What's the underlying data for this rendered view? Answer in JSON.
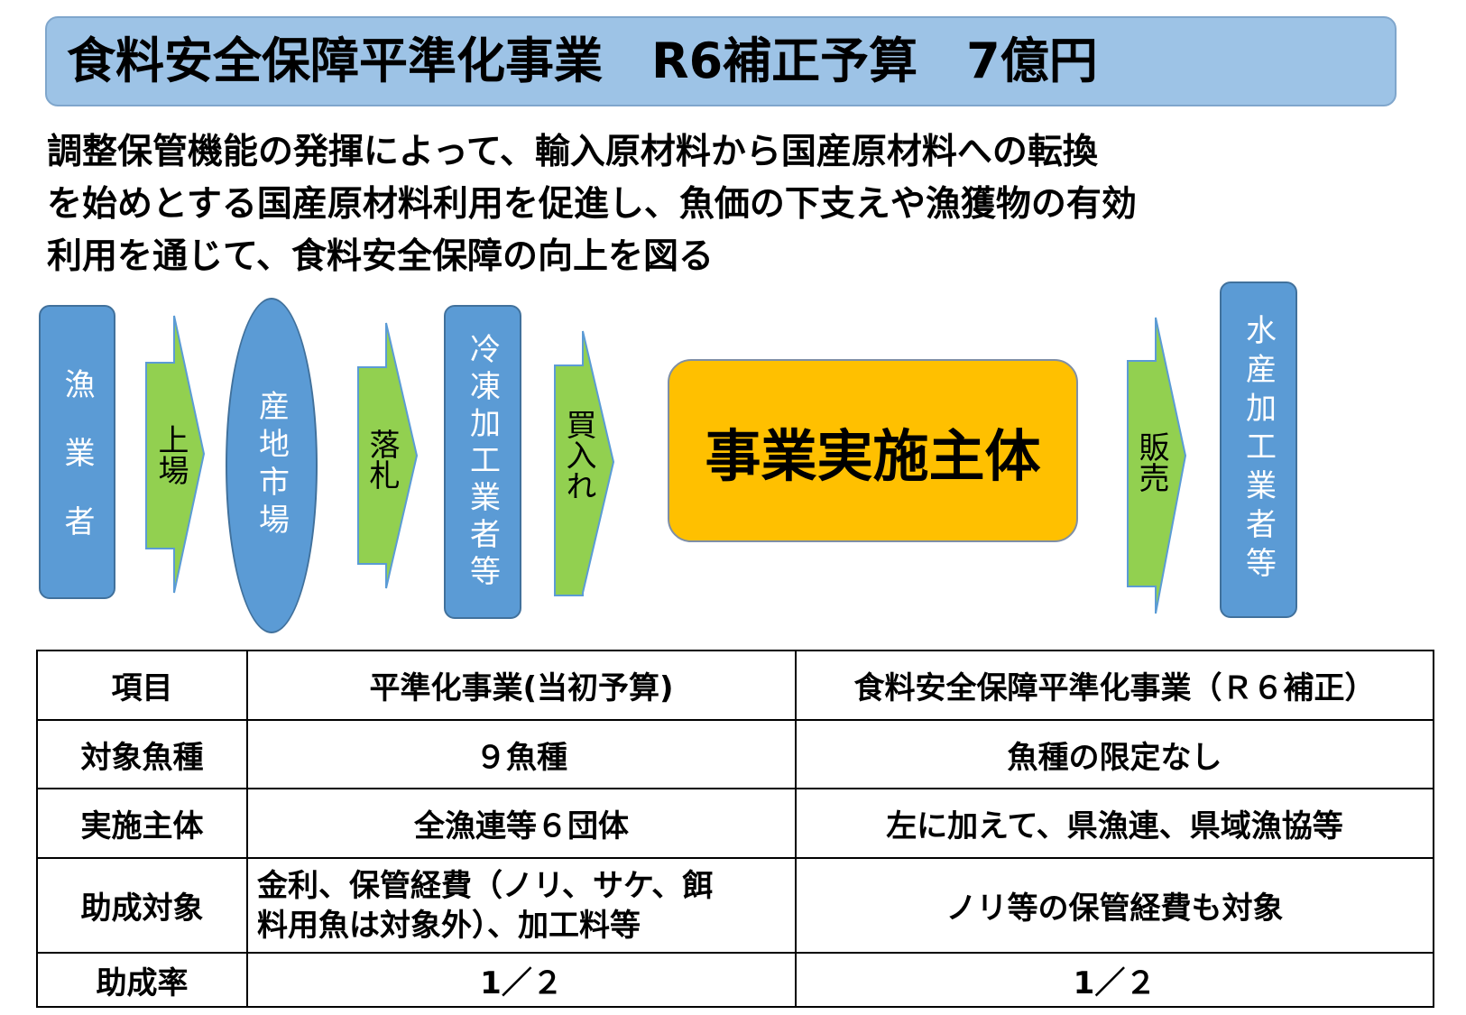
{
  "title": "食料安全保障平準化事業　R6補正予算　7億円",
  "lead_lines": [
    "調整保管機能の発揮によって、輸入原材料から国産原材料への転換",
    "を始めとする国産原材料利用を促進し、魚価の下支えや漁獲物の有効",
    "利用を通じて、食料安全保障の向上を図る"
  ],
  "flow": {
    "nodes": {
      "fishers": "漁業者",
      "local_market": "産地市場",
      "frozen_processors": "冷凍加工業者等",
      "implementer": "事業実施主体",
      "seafood_processors": "水産加工業者等"
    },
    "arrows": {
      "landing": "上場",
      "auction": "落札",
      "purchase": "買入れ",
      "sales": "販売"
    }
  },
  "table": {
    "header": [
      "項目",
      "平準化事業(当初予算)",
      "食料安全保障平準化事業（Ｒ６補正）"
    ],
    "rows": [
      [
        "対象魚種",
        "９魚種",
        "魚種の限定なし"
      ],
      [
        "実施主体",
        "全漁連等６団体",
        "左に加えて、県漁連、県域漁協等"
      ],
      [
        "助成対象",
        "金利、保管経費（ノリ、サケ、餌料用魚は対象外）、加工料等",
        "ノリ等の保管経費も対象"
      ],
      [
        "助成率",
        "1／２",
        "1／２"
      ]
    ],
    "row3_initial_lines": [
      "金利、保管経費（ノリ、サケ、餌",
      "料用魚は対象外）、加工料等"
    ]
  },
  "colors": {
    "title_bg": "#9dc3e6",
    "node_blue": "#5b9bd5",
    "arrow_green": "#92d050",
    "implementer_bg": "#ffc000"
  }
}
